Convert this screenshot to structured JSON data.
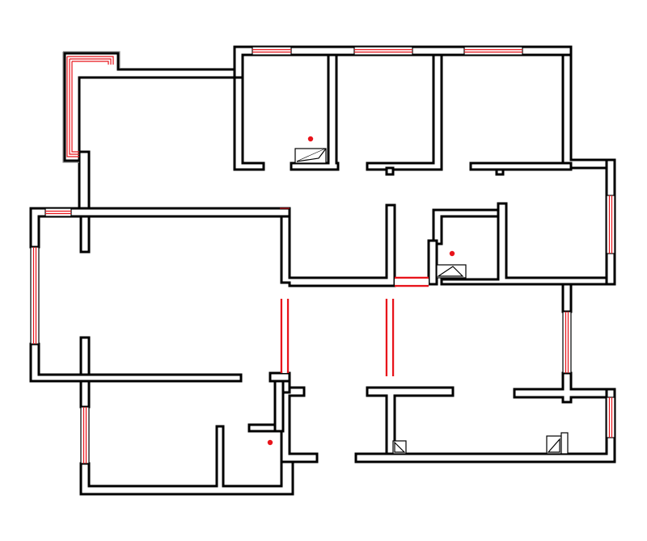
{
  "plan": {
    "colors": {
      "wall": "#000000",
      "background": "#ffffff",
      "window_lines": "#e8141b",
      "door_openings": "#e8141b",
      "markers": "#e8141b"
    },
    "symbols": {
      "window": "window-symbol",
      "bay_window": "bay-window-symbol",
      "door_opening": "red-door-line",
      "fixture": "fixture-symbol",
      "marker": "red-dot-marker"
    }
  }
}
